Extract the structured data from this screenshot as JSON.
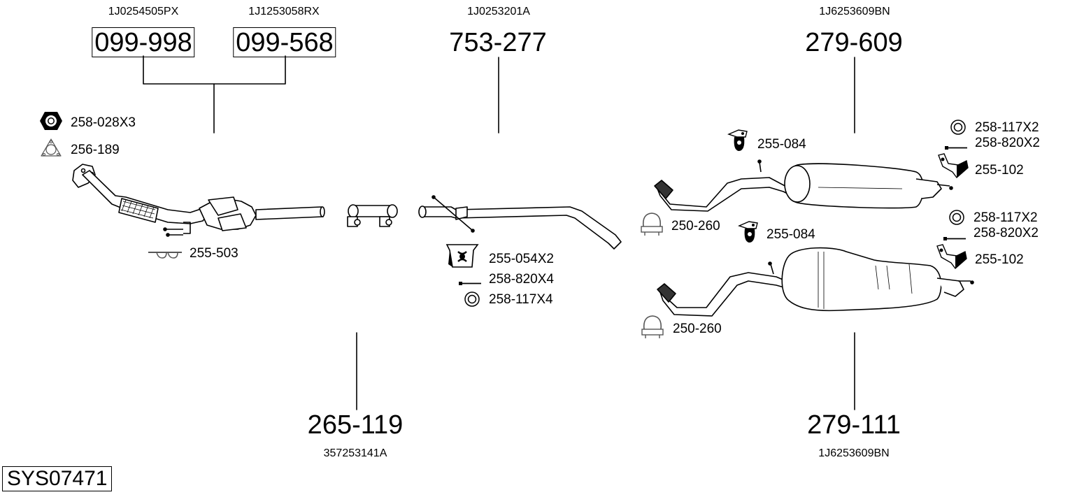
{
  "system_code": "SYS07471",
  "main_parts": [
    {
      "id": "front-pipe-a",
      "part_number": "099-998",
      "oe_number": "1J0254505PX",
      "boxed": true
    },
    {
      "id": "front-pipe-b",
      "part_number": "099-568",
      "oe_number": "1J1253058RX",
      "boxed": true
    },
    {
      "id": "middle-pipe",
      "part_number": "753-277",
      "oe_number": "1J0253201A",
      "boxed": false
    },
    {
      "id": "rear-silencer-top",
      "part_number": "279-609",
      "oe_number": "1J6253609BN",
      "boxed": false
    },
    {
      "id": "connector-clamp",
      "part_number": "265-119",
      "oe_number": "357253141A",
      "boxed": false
    },
    {
      "id": "rear-silencer-bottom",
      "part_number": "279-111",
      "oe_number": "1J6253609BN",
      "boxed": false
    }
  ],
  "accessories": [
    {
      "id": "nut",
      "label": "258-028X3",
      "icon": "hex-nut-icon"
    },
    {
      "id": "gasket",
      "label": "256-189",
      "icon": "gasket-icon"
    },
    {
      "id": "mount-front",
      "label": "255-503",
      "icon": "rubber-mount-icon"
    },
    {
      "id": "hanger-mid",
      "label": "255-054X2",
      "icon": "hanger-icon"
    },
    {
      "id": "bolt-mid",
      "label": "258-820X4",
      "icon": "bolt-icon"
    },
    {
      "id": "washer-mid",
      "label": "258-117X4",
      "icon": "washer-icon"
    },
    {
      "id": "hanger-rear-1",
      "label": "255-084",
      "icon": "rubber-hanger-icon"
    },
    {
      "id": "washer-rear-1",
      "label": "258-117X2",
      "icon": "washer-icon"
    },
    {
      "id": "bolt-rear-1",
      "label": "258-820X2",
      "icon": "bolt-icon"
    },
    {
      "id": "bracket-rear-1",
      "label": "255-102",
      "icon": "bracket-icon"
    },
    {
      "id": "clamp-rear-1",
      "label": "250-260",
      "icon": "pipe-clamp-icon"
    },
    {
      "id": "hanger-rear-2",
      "label": "255-084",
      "icon": "rubber-hanger-icon"
    },
    {
      "id": "washer-rear-2",
      "label": "258-117X2",
      "icon": "washer-icon"
    },
    {
      "id": "bolt-rear-2",
      "label": "258-820X2",
      "icon": "bolt-icon"
    },
    {
      "id": "bracket-rear-2",
      "label": "255-102",
      "icon": "bracket-icon"
    },
    {
      "id": "clamp-rear-2",
      "label": "250-260",
      "icon": "pipe-clamp-icon"
    }
  ]
}
